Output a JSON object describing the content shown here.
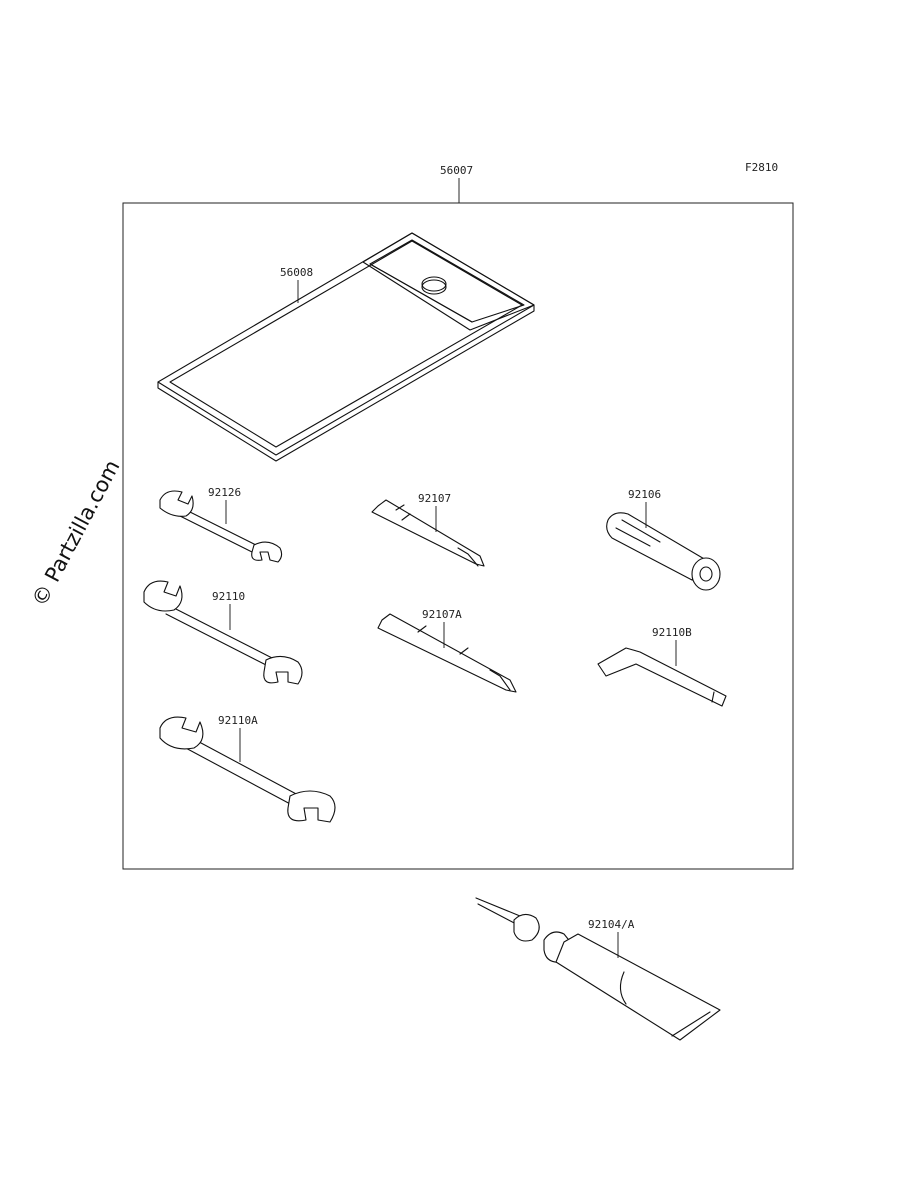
{
  "figure_code": "F2810",
  "watermark": "© Partzilla.com",
  "callouts": {
    "kit": "56007",
    "case": "56008",
    "wrench_small": "92126",
    "driver_phillips": "92107",
    "socket_grip": "92106",
    "wrench_medium": "92110",
    "driver_combo": "92107A",
    "hex_key": "92110B",
    "wrench_large": "92110A",
    "sealant_tube": "92104/A"
  }
}
